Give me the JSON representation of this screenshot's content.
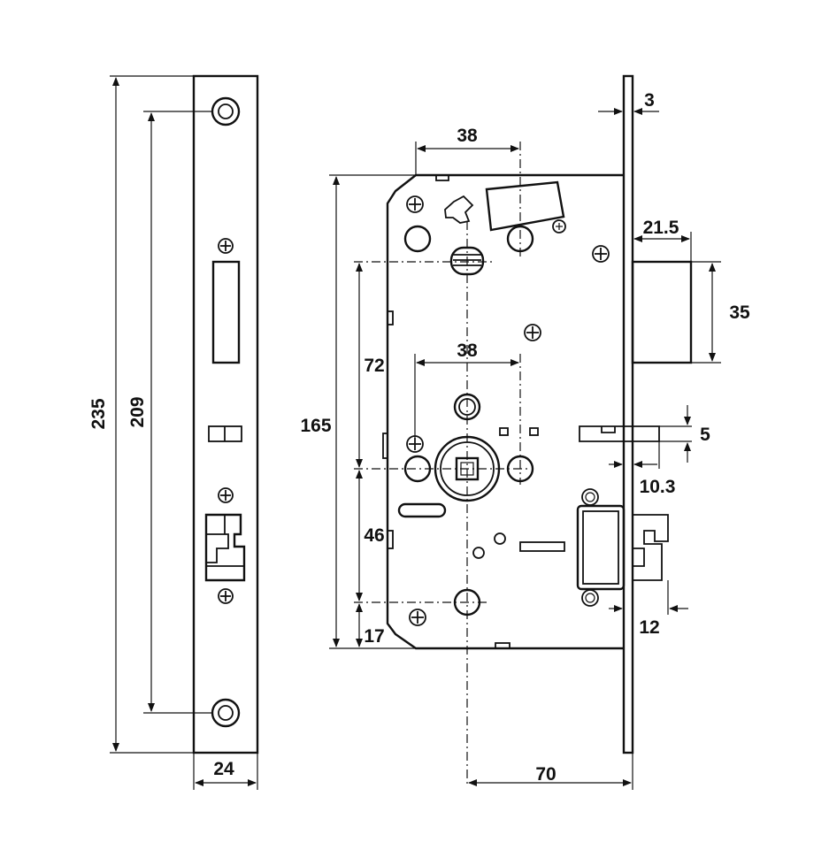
{
  "dimensions": {
    "faceplate_length": "235",
    "screw_spacing": "209",
    "faceplate_width": "24",
    "body_height": "165",
    "backset_top": "38",
    "backset_mid": "38",
    "distance_72": "72",
    "distance_46": "46",
    "distance_17": "17",
    "plate_thickness": "3",
    "deadbolt_throw": "21.5",
    "deadbolt_height": "35",
    "slot_height": "5",
    "latch_offset": "10.3",
    "latch_throw": "12",
    "backset_70": "70"
  }
}
